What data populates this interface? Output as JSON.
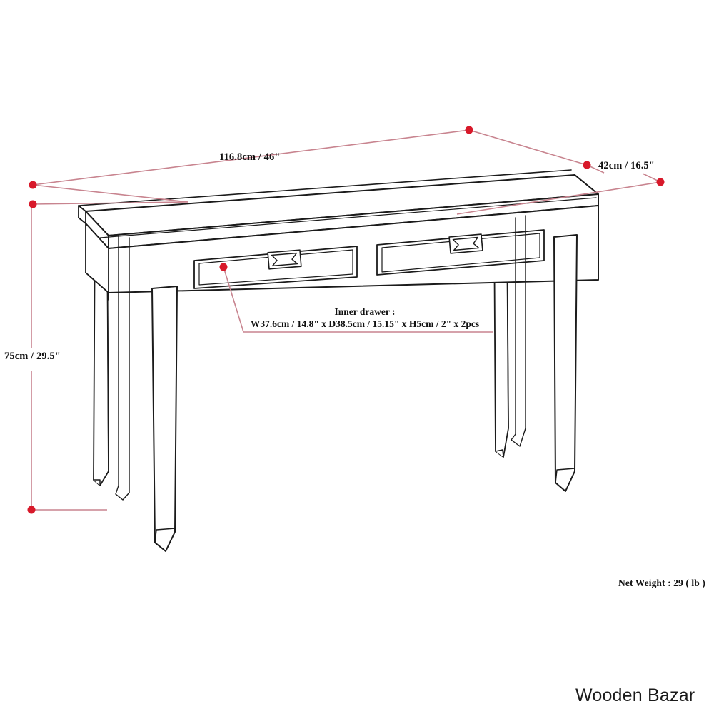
{
  "page": {
    "background_color": "#ffffff",
    "product_type": "console-table-dimension-drawing"
  },
  "colors": {
    "line": "#1b1b1b",
    "dimension_line": "#c8848f",
    "dimension_dot": "#d8192a",
    "text": "#111111",
    "brand_text": "#1b1b1b"
  },
  "dimensions": {
    "width": {
      "label": "116.8cm / 46\"",
      "name": "overall-width"
    },
    "depth": {
      "label": "42cm / 16.5\"",
      "name": "overall-depth"
    },
    "height": {
      "label": "75cm / 29.5\"",
      "name": "overall-height"
    }
  },
  "drawer_note": {
    "title": "Inner drawer :",
    "spec": "W37.6cm / 14.8\" x D38.5cm / 15.15\" x H5cm / 2\" x 2pcs"
  },
  "weight": {
    "label": "Net Weight : 29 ( lb )"
  },
  "brand": {
    "name": "Wooden Bazar"
  },
  "furniture": {
    "description": "Two-drawer wooden console table in isometric line drawing",
    "drawers": [
      {
        "name": "left-drawer",
        "handle": "bowtie-pull-handle"
      },
      {
        "name": "right-drawer",
        "handle": "bowtie-pull-handle"
      }
    ],
    "legs": [
      {
        "name": "front-left-leg"
      },
      {
        "name": "back-left-leg"
      },
      {
        "name": "front-right-leg"
      },
      {
        "name": "back-right-leg"
      }
    ]
  }
}
